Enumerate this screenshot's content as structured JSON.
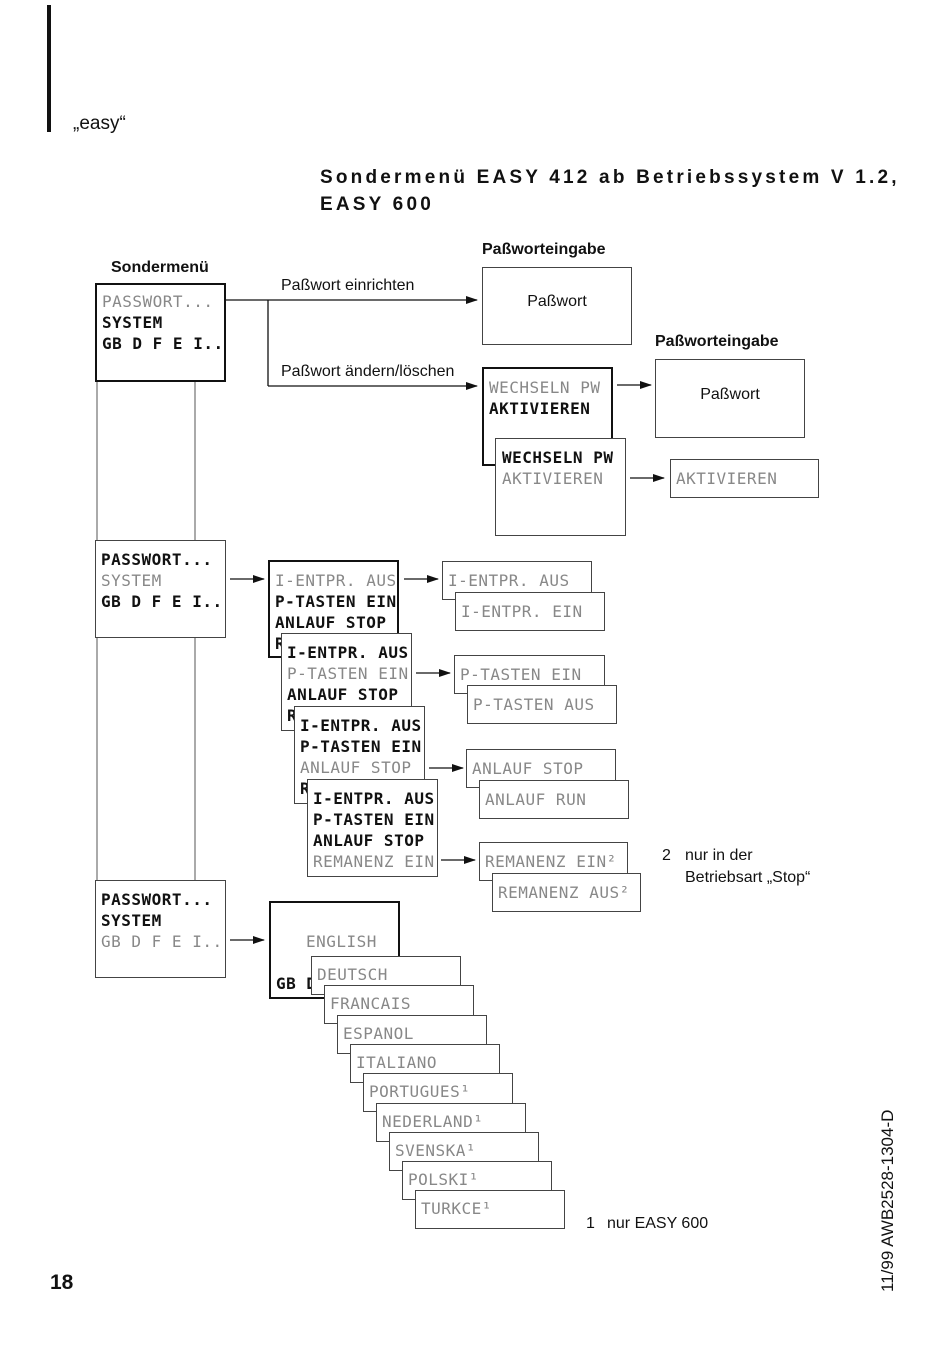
{
  "header": {
    "quote_label": "„easy“",
    "title_line1": "Sondermenü EASY 412 ab Betriebssystem V 1.2,",
    "title_line2": "EASY 600"
  },
  "labels": {
    "sondermenue": "Sondermenü",
    "passwort_eingabe_1": "Paßworteingabe",
    "passwort_eingabe_2": "Paßworteingabe",
    "passwort_einrichten": "Paßwort einrichten",
    "passwort_aendern": "Paßwort ändern/löschen",
    "passwort_box_1": "Paßwort",
    "passwort_box_2": "Paßwort"
  },
  "menus": {
    "main1": [
      "PASSWORT...",
      "SYSTEM",
      "GB D F E I.."
    ],
    "main2": [
      "PASSWORT...",
      "SYSTEM",
      "GB D F E I.."
    ],
    "main3": [
      "PASSWORT...",
      "SYSTEM",
      "GB D F E I.."
    ],
    "wechseln1": [
      "WECHSELN PW",
      "AKTIVIEREN"
    ],
    "wechseln2": [
      "WECHSELN PW",
      "AKTIVIEREN"
    ],
    "aktivieren": "AKTIVIEREN",
    "system_menu": [
      "I-ENTPR. AUS",
      "P-TASTEN EIN",
      "ANLAUF STOP",
      "REMANENZ EIN"
    ],
    "ientpr_aus": "I-ENTPR. AUS",
    "ientpr_ein": "I-ENTPR. EIN",
    "ptasten_ein": "P-TASTEN EIN",
    "ptasten_aus": "P-TASTEN AUS",
    "anlauf_stop": "ANLAUF STOP",
    "anlauf_run": "ANLAUF RUN",
    "remanenz_ein": "REMANENZ EIN²",
    "remanenz_aus": "REMANENZ AUS²",
    "lang_menu": [
      "ENGLISH",
      "GB D"
    ],
    "languages": [
      "DEUTSCH",
      "FRANCAIS",
      "ESPANOL",
      "ITALIANO",
      "PORTUGUES¹",
      "NEDERLAND¹",
      "SVENSKA¹",
      "POLSKI¹",
      "TURKCE¹"
    ]
  },
  "notes": {
    "note2_num": "2",
    "note2_line1": "nur in der",
    "note2_line2": "Betriebsart „Stop“",
    "note1_num": "1",
    "note1_text": "nur EASY 600"
  },
  "footer": {
    "page_number": "18",
    "doc_id": "11/99 AWB2528-1304-D"
  }
}
